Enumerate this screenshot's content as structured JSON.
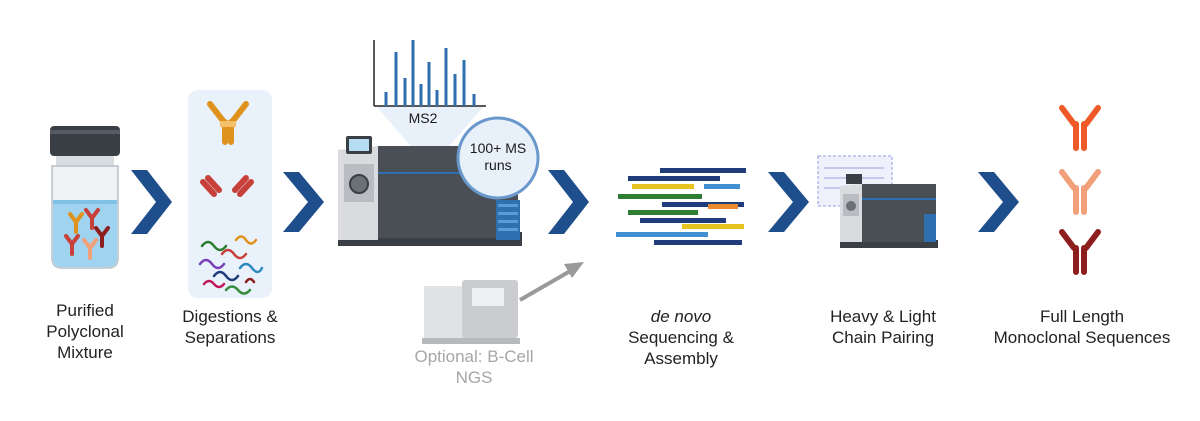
{
  "steps": [
    {
      "id": "purified",
      "lines": [
        "Purified",
        "Polyclonal",
        "Mixture"
      ]
    },
    {
      "id": "digestions",
      "lines": [
        "Digestions &",
        "Separations"
      ]
    },
    {
      "id": "denovo",
      "italic": "de novo",
      "lines": [
        "Sequencing &",
        "Assembly"
      ]
    },
    {
      "id": "pairing",
      "lines": [
        "Heavy & Light",
        "Chain Pairing"
      ]
    },
    {
      "id": "fulllength",
      "lines": [
        "Full Length",
        "Monoclonal Sequences"
      ]
    }
  ],
  "optional": {
    "lines": [
      "Optional: B-Cell",
      "NGS"
    ]
  },
  "ms2_label": "MS2",
  "runs_badge": {
    "lines": [
      "100+ MS",
      "runs"
    ]
  },
  "colors": {
    "chevron": "#1f4e8c",
    "instrument_dark": "#4a4f55",
    "instrument_light": "#d9dbde",
    "accent_blue": "#2e6fb0",
    "antibody_orange": "#e0921e",
    "antibody_red": "#c8403a",
    "final_orange": "#f05a28",
    "final_peach": "#f2a07a",
    "final_darkred": "#8e1e1e",
    "read_navy": "#1f3d7a",
    "read_yellow": "#e8c21e",
    "read_green": "#2e7d32",
    "read_orange": "#e98a2e",
    "read_blue": "#3f8fd2"
  }
}
